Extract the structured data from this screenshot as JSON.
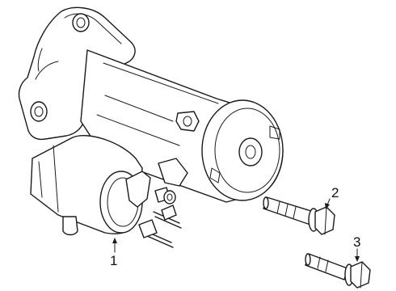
{
  "diagram": {
    "parts": [
      {
        "id": "starter-motor",
        "callout": "1"
      },
      {
        "id": "upper-bolt",
        "callout": "2"
      },
      {
        "id": "lower-bolt",
        "callout": "3"
      }
    ]
  }
}
